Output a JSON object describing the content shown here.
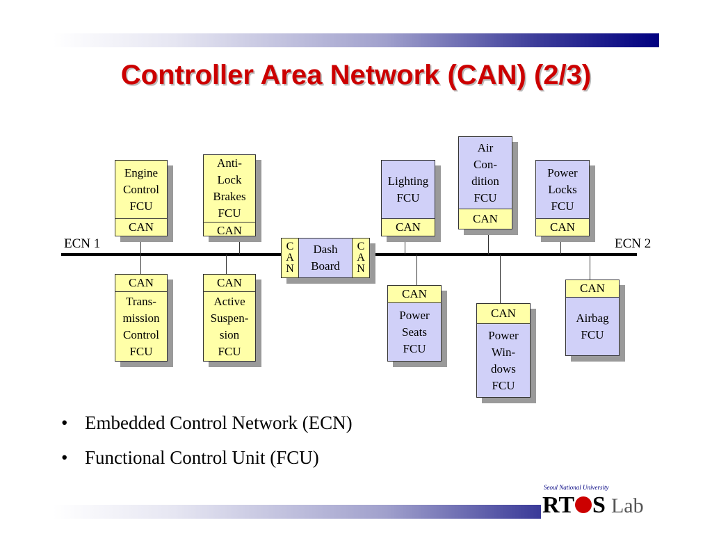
{
  "slide": {
    "title": "Controller Area Network (CAN) (2/3)"
  },
  "diagram": {
    "ecn1_label": "ECN 1",
    "ecn2_label": "ECN 2",
    "can_label": "CAN",
    "dash_board": {
      "label": "Dash\nBoard",
      "side_letters": [
        "C",
        "A",
        "N"
      ]
    },
    "top_nodes": {
      "engine": "Engine\nControl\nFCU",
      "antilock": "Anti-\nLock\nBrakes\nFCU",
      "lighting": "Lighting\nFCU",
      "aircon": "Air\nCon-\ndition\nFCU",
      "powerlocks": "Power\nLocks\nFCU"
    },
    "bottom_nodes": {
      "transmission": "Trans-\nmission\nControl\nFCU",
      "suspension": "Active\nSuspen-\nsion\nFCU",
      "powerseats": "Power\nSeats\nFCU",
      "powerwindows": "Power\nWin-\ndows\nFCU",
      "airbag": "Airbag\nFCU"
    },
    "colors": {
      "yellow_node": "#ffffa8",
      "blue_node": "#d0d0f8",
      "title": "#cc0000"
    }
  },
  "bullets": [
    "Embedded Control Network (ECN)",
    "Functional Control Unit (FCU)"
  ],
  "logo": {
    "university": "Seoul National University",
    "name_left": "RT",
    "name_right": "S",
    "lab": "Lab"
  }
}
